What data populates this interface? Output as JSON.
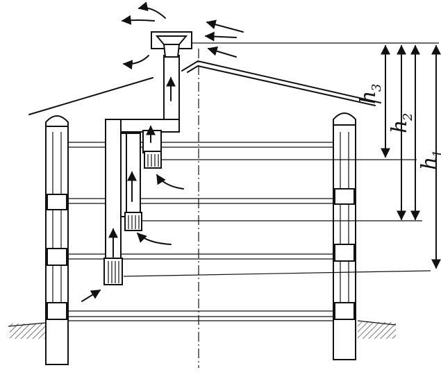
{
  "labels": {
    "h3": {
      "letter": "h",
      "sub": "3"
    },
    "h2": {
      "letter": "h",
      "sub": "2"
    },
    "h1": {
      "letter": "h",
      "sub": "1"
    }
  }
}
